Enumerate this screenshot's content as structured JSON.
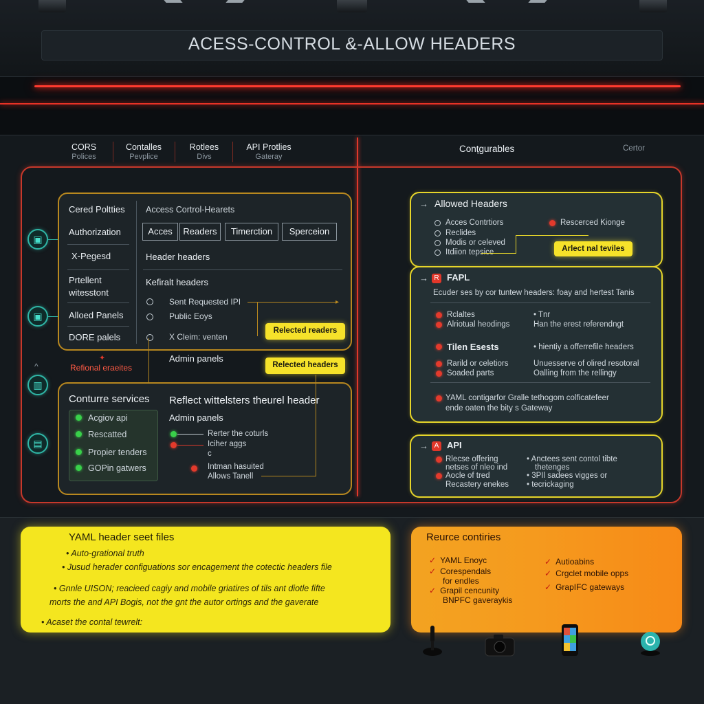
{
  "title": "ACESS-CONTROL &-ALLOW HEADERS",
  "nav": [
    {
      "label": "CORS",
      "sub": "Polices"
    },
    {
      "label": "Contalles",
      "sub": "Pevplice"
    },
    {
      "label": "Rotlees",
      "sub": "Divs"
    },
    {
      "label": "API Protlies",
      "sub": "Gateray"
    }
  ],
  "right_header": {
    "title": "Conțgurables",
    "right": "Certor"
  },
  "left_panel": {
    "col1": [
      "Cered Poltties",
      "Authorization",
      "X-Pegesd",
      "Prtellent",
      "witesstont",
      "Alloed Panels",
      "DORE palels"
    ],
    "header": "Access Cortrol-Hearets",
    "buttons": [
      "Acces",
      "Readers",
      "Timerction",
      "Sperceion"
    ],
    "row1": "Header headers",
    "row2": "Kefiralt headers",
    "radios": [
      "Sent Requested IPI",
      "Public Eoys",
      "X Cleim: venten"
    ],
    "admin": "Admin panels",
    "badge1": "Relected readers",
    "badge2": "Relected headers"
  },
  "red_label": "Refional eraeites",
  "lower_panel": {
    "title": "Conturre services",
    "subtitle": "Reflect wittelsters theurel header",
    "admin": "Admin panels",
    "services": [
      "Acgiov api",
      "Rescatted",
      "Propier tenders",
      "GOPin gatwers"
    ],
    "routes": [
      "Rerter the coturls",
      "Iciher aggs",
      "c",
      "Intman hasuited",
      "Allows Tanell"
    ]
  },
  "allowed_headers": {
    "title": "Allowed Headers",
    "items": [
      "Acces Contrtiors",
      "Reclides",
      "Modis or celeved",
      "Itdiion tepsice"
    ],
    "right_item": "Rescerced Kionge",
    "badge": "Arlect nal teviles"
  },
  "fapl": {
    "title": "FAPL",
    "desc": "Ecuder ses by cor tuntew headers: foay and hertest Tanis",
    "rows": [
      {
        "a": "Rclaltes",
        "b": "• Tnr"
      },
      {
        "a": "Alriotual heodings",
        "b": "Han the erest referendngt"
      },
      {
        "a": "Tilen Esests",
        "b": "• hientiy a offerrefile headers"
      },
      {
        "a": "Rarild or celetiors",
        "b": "Unuesserve of olired resotoral"
      },
      {
        "a": "Soaded parts",
        "b": "Oalling from the rellingy"
      }
    ],
    "footer1": "YAML contigarfor Gralle tethogom colficatefeer",
    "footer2": "ende oaten the bity s Gateway"
  },
  "api": {
    "title": "API",
    "left": [
      "Rlecse offering",
      "netses of nleo ind",
      "Aocle of tred",
      "Recastery enekes"
    ],
    "right": [
      "• Anctees sent contol tibte",
      "thetenges",
      "• 3PIl sadees vigges or",
      "• tecrickaging"
    ]
  },
  "yaml_panel": {
    "title": "YAML header seet files",
    "lines": [
      "• Auto-grational truth",
      "• Jusud herader configuations sor encagement the cotectic headers file",
      "• Gnnle UISON; reacieed cagiy and mobile griatires of tils ant diotle fifte",
      "morts the and API Bogis, not the gnt the autor ortings and the gaverate",
      "• Acaset the contal tewrelt:"
    ]
  },
  "resource_panel": {
    "title": "Reurce contiries",
    "left": [
      "YAML Enoyc",
      "Corespendals",
      "for endles",
      "Grapil cencunity",
      "BNPFC gaveraykis"
    ],
    "right": [
      "Autioabins",
      "Crgclet mobile opps",
      "GrapIFC gateways"
    ]
  },
  "colors": {
    "accent_red": "#e1382a",
    "accent_yellow": "#f4e61f",
    "accent_orange": "#f78a17",
    "panel_gold": "#b8881f",
    "teal": "#2fb6a6"
  }
}
